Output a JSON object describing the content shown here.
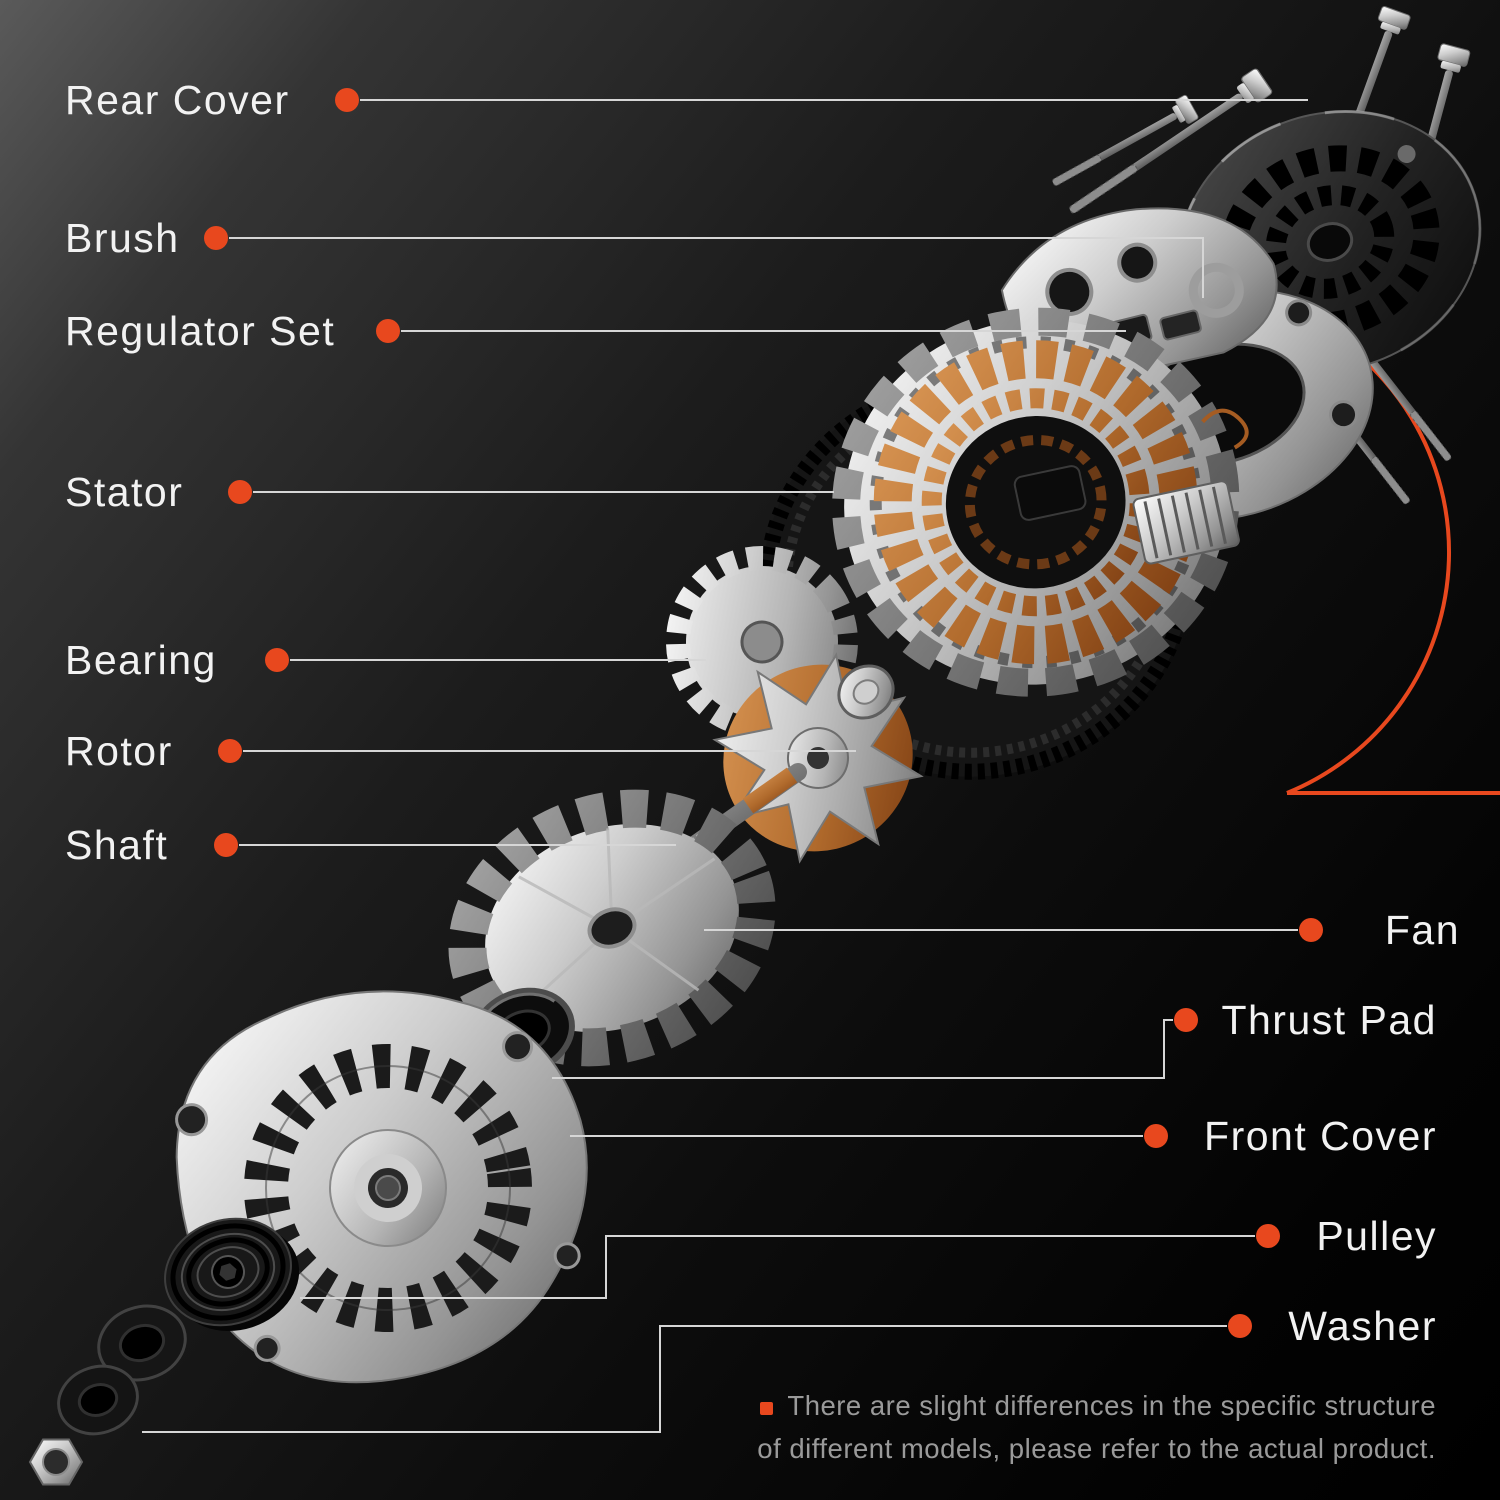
{
  "diagram": {
    "subject": "alternator exploded view",
    "accent_color": "#e8481e",
    "line_color": "#d6d6d6",
    "text_color": "#f2f2f2",
    "note_color": "#9a9a9a",
    "background_color": "#141414"
  },
  "labels_left": [
    {
      "text": "Rear Cover"
    },
    {
      "text": "Brush"
    },
    {
      "text": "Regulator Set"
    },
    {
      "text": "Stator"
    },
    {
      "text": "Bearing"
    },
    {
      "text": "Rotor"
    },
    {
      "text": "Shaft"
    }
  ],
  "labels_right": [
    {
      "text": "Fan"
    },
    {
      "text": "Thrust Pad"
    },
    {
      "text": "Front Cover"
    },
    {
      "text": "Pulley"
    },
    {
      "text": "Washer"
    }
  ],
  "note": {
    "line1": "There are slight differences in the specific structure",
    "line2": "of different models, please refer to the actual product."
  }
}
